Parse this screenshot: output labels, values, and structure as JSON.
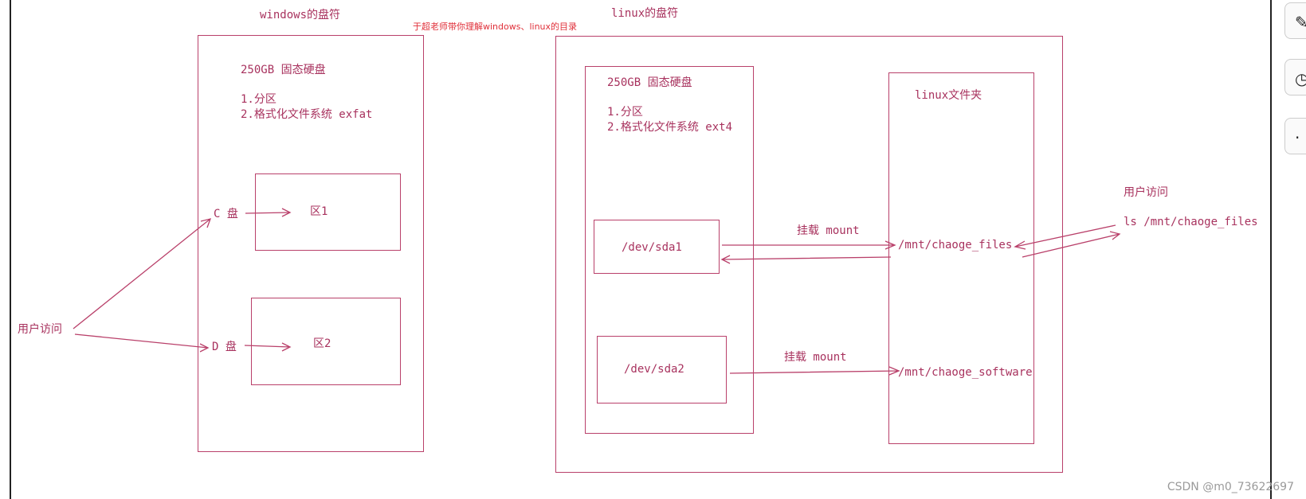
{
  "windows": {
    "title": "windows的盘符",
    "disk": "250GB 固态硬盘",
    "step1": "1.分区",
    "step2": "2.格式化文件系统 exfat",
    "drive_c": "C 盘",
    "drive_d": "D 盘",
    "part1": "区1",
    "part2": "区2",
    "user_access": "用户访问"
  },
  "note": "于超老师带你理解windows、linux的目录",
  "linux": {
    "title": "linux的盘符",
    "disk": "250GB 固态硬盘",
    "step1": "1.分区",
    "step2": "2.格式化文件系统 ext4",
    "sda1": "/dev/sda1",
    "sda2": "/dev/sda2",
    "mount1": "挂载 mount",
    "mount2": "挂载 mount",
    "folder": "linux文件夹",
    "path1": "/mnt/chaoge_files",
    "path2": "/mnt/chaoge_software",
    "user_access": "用户访问",
    "command": "ls /mnt/chaoge_files"
  },
  "toolbar_icons": [
    "edit-icon",
    "clock-icon",
    "more-icon"
  ],
  "watermark": "CSDN @m0_73622697",
  "colors": {
    "stroke": "#b9406a",
    "text": "#a8325e",
    "note": "#e0303a"
  }
}
